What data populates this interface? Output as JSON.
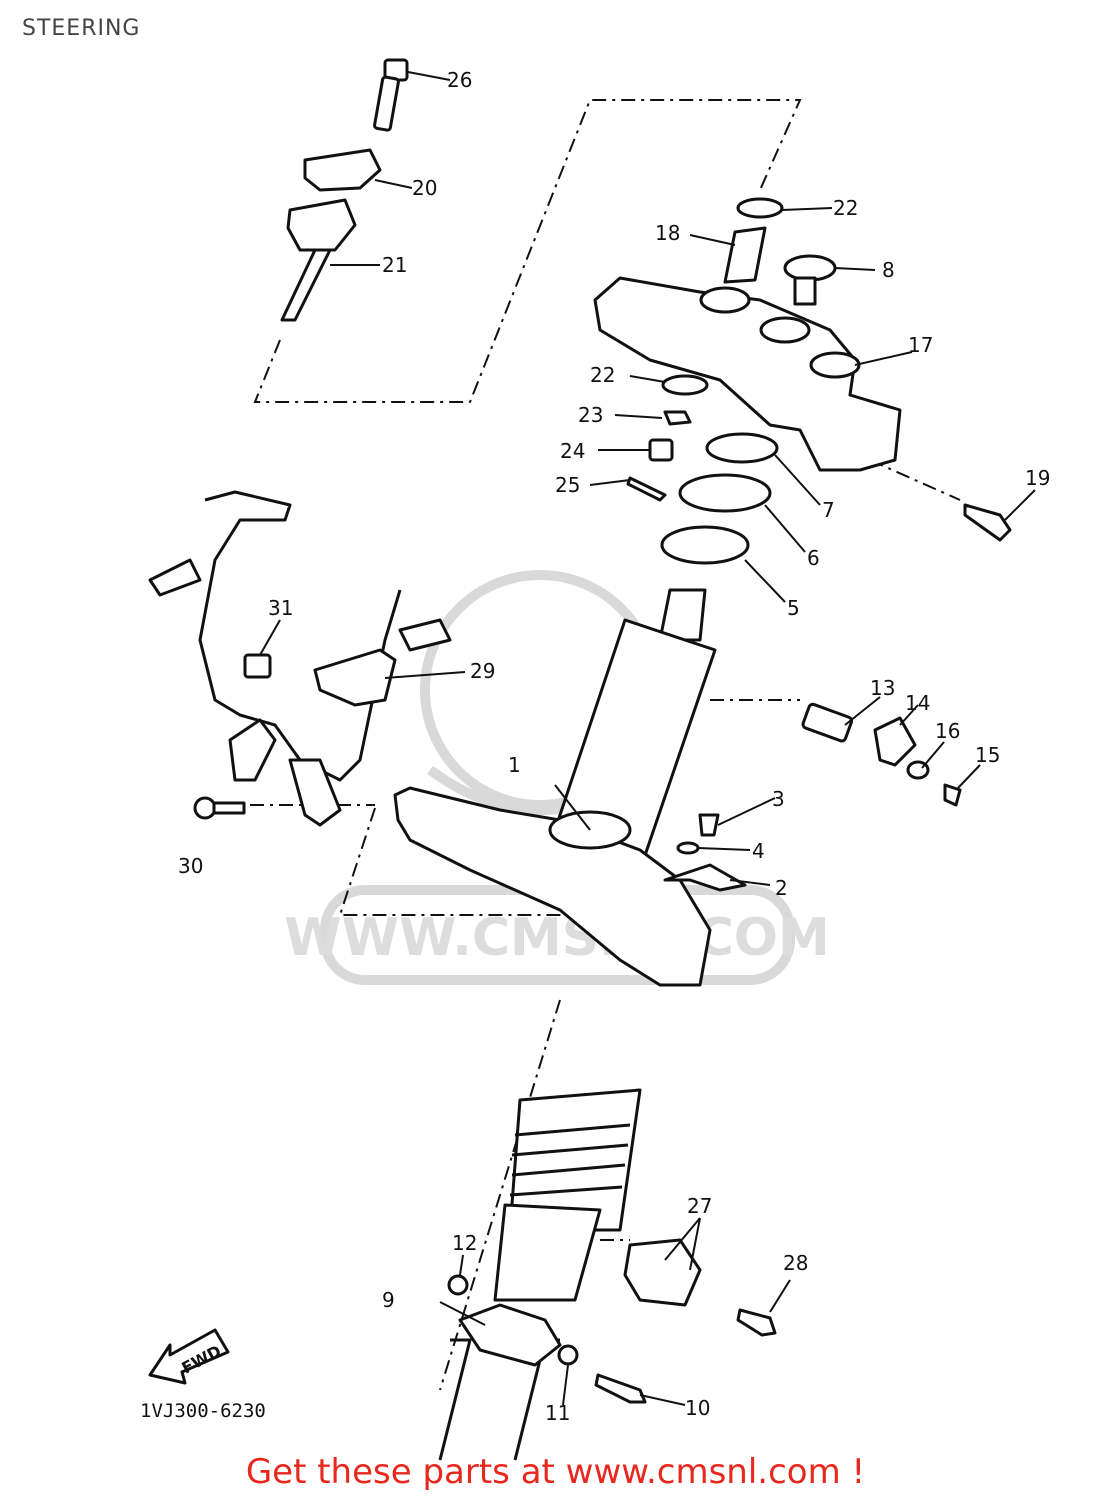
{
  "header": {
    "title": "STEERING"
  },
  "diagram": {
    "part_code": "1VJ300-6230",
    "fwd_label": "FWD",
    "watermark_text": "WWW.CMSNL.COM",
    "colors": {
      "line": "#111111",
      "footer": "#e8281e",
      "watermark": "#d9d9d9"
    },
    "callouts": [
      "1",
      "2",
      "3",
      "4",
      "5",
      "6",
      "7",
      "8",
      "9",
      "10",
      "11",
      "12",
      "13",
      "14",
      "15",
      "16",
      "17",
      "18",
      "19",
      "20",
      "21",
      "22",
      "23",
      "24",
      "25",
      "26",
      "27",
      "28",
      "29",
      "30",
      "31"
    ]
  },
  "footer": {
    "text": "Get these parts at www.cmsnl.com !"
  }
}
